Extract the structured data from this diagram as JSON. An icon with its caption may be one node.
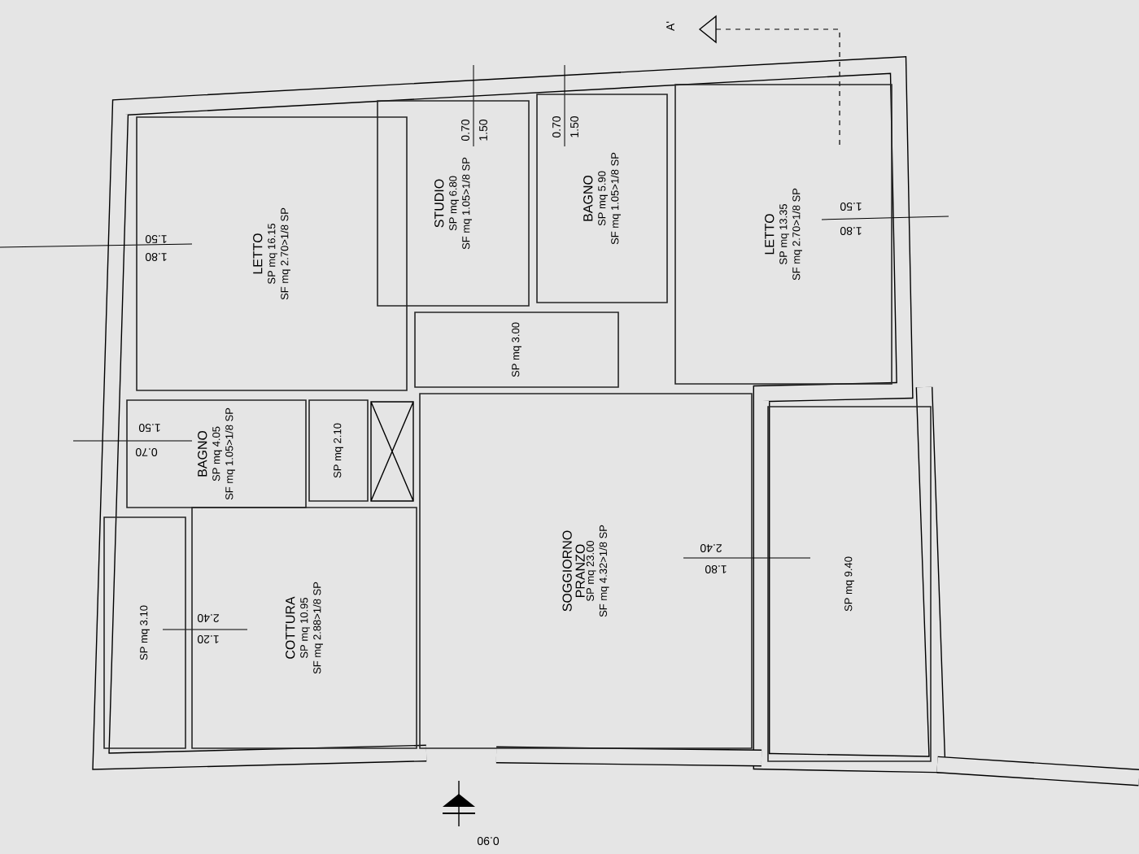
{
  "diagram": {
    "nodes": [
      {
        "text": [
          "LETTO",
          "SP mq 16.15",
          "SF mq 2.70>1/8 SP"
        ]
      },
      {
        "text": [
          "STUDIO",
          "SP mq 6.80",
          "SF mq 1.05>1/8 SP"
        ]
      },
      {
        "text": [
          "BAGNO",
          "SP mq 5.90",
          "SF mq 1.05>1/8 SP"
        ]
      },
      {
        "text": [
          "LETTO",
          "SP mq 13.35",
          "SF mq 2.70>1/8 SP"
        ]
      },
      {
        "text": [
          "SP mq 3.00"
        ]
      },
      {
        "text": [
          "BAGNO",
          "SP mq 4.05",
          "SF mq 1.05>1/8 SP"
        ]
      },
      {
        "text": [
          "SP mq 2.10"
        ]
      },
      {
        "text": [
          "COTTURA",
          "SP mq 10.95",
          "SF mq 2.88>1/8 SP"
        ]
      },
      {
        "text": [
          "SP mq 3.10"
        ]
      },
      {
        "text": [
          "SOGGIORNO PRANZO",
          "SP mq 23.00",
          "SF mq 4.32>1/8 SP"
        ]
      },
      {
        "text": [
          "SP mq 9.40"
        ]
      }
    ],
    "labels": [
      "A'",
      "1.50",
      "1.80",
      "0.70",
      "1.50",
      "0.70",
      "1.50",
      "1.50",
      "1.80",
      "1.50",
      "0.70",
      "2.40",
      "1.20",
      "2.40",
      "1.80",
      "0.90"
    ]
  }
}
